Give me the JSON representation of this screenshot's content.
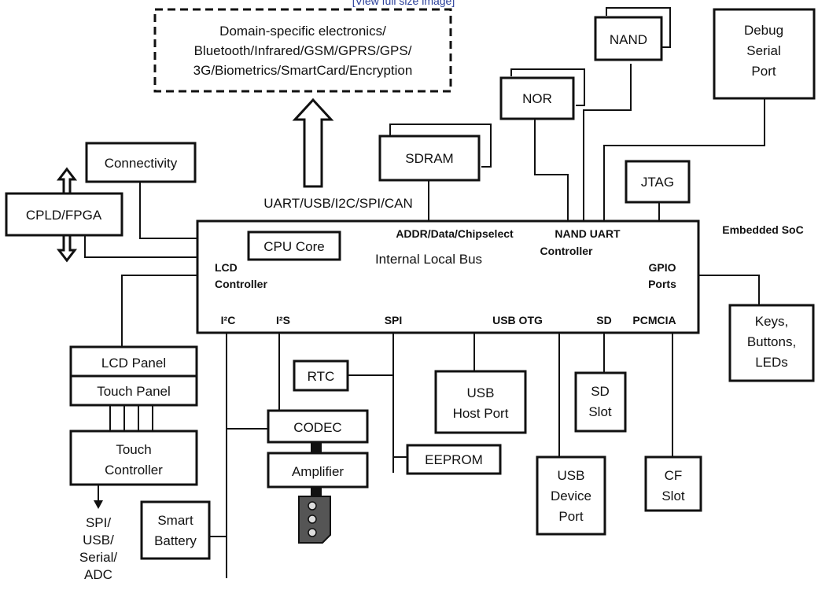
{
  "caption": "[View full size image]",
  "domain_box": [
    "Domain-specific electronics/",
    "Bluetooth/Infrared/GSM/GPRS/GPS/",
    "3G/Biometrics/SmartCard/Encryption"
  ],
  "bus_label": "UART/USB/I2C/SPI/CAN",
  "soc": {
    "label": "Embedded SoC",
    "cpu_core": "CPU Core",
    "addr_label": "ADDR/Data/Chipselect",
    "nand_ctrl": [
      "NAND UART",
      "Controller"
    ],
    "internal_bus": "Internal Local Bus",
    "lcd_ctrl": [
      "LCD",
      "Controller"
    ],
    "gpio": [
      "GPIO",
      "Ports"
    ],
    "ports": {
      "i2c": "I²C",
      "i2s": "I²S",
      "spi": "SPI",
      "usb_otg": "USB OTG",
      "sd": "SD",
      "pcmcia": "PCMCIA"
    }
  },
  "blocks": {
    "nand": "NAND",
    "nor": "NOR",
    "sdram": "SDRAM",
    "debug": [
      "Debug",
      "Serial",
      "Port"
    ],
    "jtag": "JTAG",
    "connectivity": "Connectivity",
    "cpld": "CPLD/FPGA",
    "keys": [
      "Keys,",
      "Buttons,",
      "LEDs"
    ],
    "lcd_panel": "LCD Panel",
    "touch_panel": "Touch Panel",
    "touch_ctrl": [
      "Touch",
      "Controller"
    ],
    "touch_out": [
      "SPI/",
      "USB/",
      "Serial/",
      "ADC"
    ],
    "rtc": "RTC",
    "codec": "CODEC",
    "amplifier": "Amplifier",
    "eeprom": "EEPROM",
    "usb_host": [
      "USB",
      "Host Port"
    ],
    "usb_device": [
      "USB",
      "Device",
      "Port"
    ],
    "sd_slot": [
      "SD",
      "Slot"
    ],
    "cf_slot": [
      "CF",
      "Slot"
    ],
    "smart_battery": [
      "Smart",
      "Battery"
    ]
  }
}
